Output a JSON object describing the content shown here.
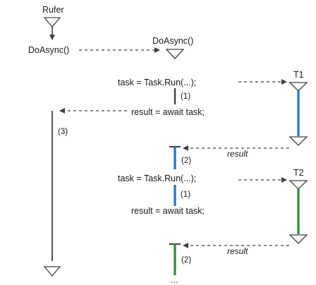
{
  "labels": {
    "rufer": "Rufer",
    "caller_call": "DoAsync()",
    "callee_title": "DoAsync()",
    "task_run_1": "task =  Task.Run(...);",
    "step_1a": "(1)",
    "await_1": "result = await task;",
    "step_3": "(3)",
    "t1": "T1",
    "result_1": "result",
    "step_2a": "(2)",
    "task_run_2": "task =  Task.Run(...);",
    "step_1b": "(1)",
    "await_2": "result = await task;",
    "t2": "T2",
    "result_2": "result",
    "step_2b": "(2)",
    "ellipsis": "..."
  },
  "colors": {
    "line": "#404040",
    "task1": "#1f6fd1",
    "task2": "#2e8b2e"
  }
}
